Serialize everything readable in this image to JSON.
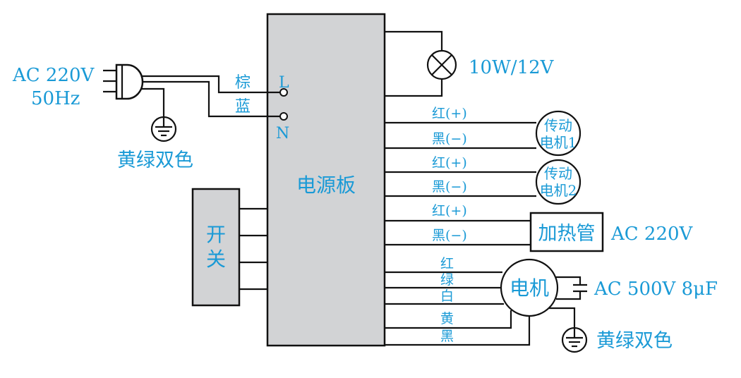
{
  "colors": {
    "text": "#1a9ad6",
    "line": "#111111",
    "board_fill": "#d2d3d5",
    "background": "#ffffff"
  },
  "power_input": {
    "line1": "AC 220V",
    "line2": "50Hz",
    "brown_wire": "棕",
    "blue_wire": "蓝",
    "terminal_l": "L",
    "terminal_n": "N",
    "ground_label": "黄绿双色"
  },
  "power_board": {
    "label": "电源板"
  },
  "switch": {
    "char1": "开",
    "char2": "关"
  },
  "lamp": {
    "rating": "10W/12V"
  },
  "motor1": {
    "red_wire": "红(+)",
    "black_wire": "黑(−)",
    "name_line1": "传动",
    "name_line2": "电机1"
  },
  "motor2": {
    "red_wire": "红(+)",
    "black_wire": "黑(−)",
    "name_line1": "传动",
    "name_line2": "电机2"
  },
  "heater": {
    "red_wire": "红(+)",
    "black_wire": "黑(−)",
    "name": "加热管",
    "rating": "AC 220V"
  },
  "main_motor": {
    "name": "电机",
    "wire_red": "红",
    "wire_green": "绿",
    "wire_white": "白",
    "wire_yellow": "黄",
    "wire_black": "黑",
    "capacitor": "AC 500V 8μF",
    "ground_label": "黄绿双色"
  }
}
